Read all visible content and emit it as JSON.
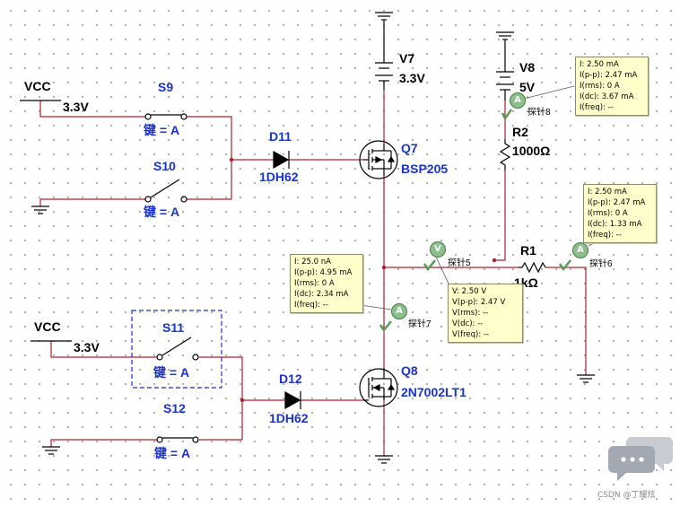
{
  "vcc_top": {
    "label": "VCC",
    "voltage": "3.3V"
  },
  "vcc_bottom": {
    "label": "VCC",
    "voltage": "3.3V"
  },
  "switches": {
    "s9": {
      "name": "S9",
      "key": "键 = A"
    },
    "s10": {
      "name": "S10",
      "key": "键 = A"
    },
    "s11": {
      "name": "S11",
      "key": "键 = A"
    },
    "s12": {
      "name": "S12",
      "key": "键 = A"
    }
  },
  "diodes": {
    "d11": {
      "name": "D11",
      "model": "1DH62"
    },
    "d12": {
      "name": "D12",
      "model": "1DH62"
    }
  },
  "mosfets": {
    "q7": {
      "name": "Q7",
      "model": "BSP205"
    },
    "q8": {
      "name": "Q8",
      "model": "2N7002LT1"
    }
  },
  "sources": {
    "v7": {
      "name": "V7",
      "value": "3.3V"
    },
    "v8": {
      "name": "V8",
      "value": "5V"
    }
  },
  "resistors": {
    "r1": {
      "name": "R1",
      "value": "1kΩ"
    },
    "r2": {
      "name": "R2",
      "value": "1000Ω"
    }
  },
  "probes": {
    "p5": {
      "label": "探针5",
      "symbol": "V"
    },
    "p6": {
      "label": "探针6",
      "symbol": "A"
    },
    "p7": {
      "label": "探针7",
      "symbol": "A"
    },
    "p8": {
      "label": "探针8",
      "symbol": "A"
    }
  },
  "tooltips": {
    "p8": [
      "I: 2.50 mA",
      "I(p-p): 2.47 mA",
      "I(rms): 0 A",
      "I(dc): 3.67 mA",
      "I(freq): --"
    ],
    "p6": [
      "I: 2.50 mA",
      "I(p-p): 2.47 mA",
      "I(rms): 0 A",
      "I(dc): 1.33 mA",
      "I(freq): --"
    ],
    "p7": [
      "I: 25.0 nA",
      "I(p-p): 4.95 mA",
      "I(rms): 0 A",
      "I(dc): 2.34 mA",
      "I(freq): --"
    ],
    "p5": [
      "V: 2.50 V",
      "V(p-p): 2.47 V",
      "V(rms): --",
      "V(dc): --",
      "V(freq): --"
    ]
  },
  "watermark": "CSDN @丁耀炫",
  "colors": {
    "wire": "#b22030",
    "component": "#000000",
    "blue_label": "#1a33cc",
    "tooltip_bg": "#ffffcc",
    "probe": "#8cc08a"
  }
}
